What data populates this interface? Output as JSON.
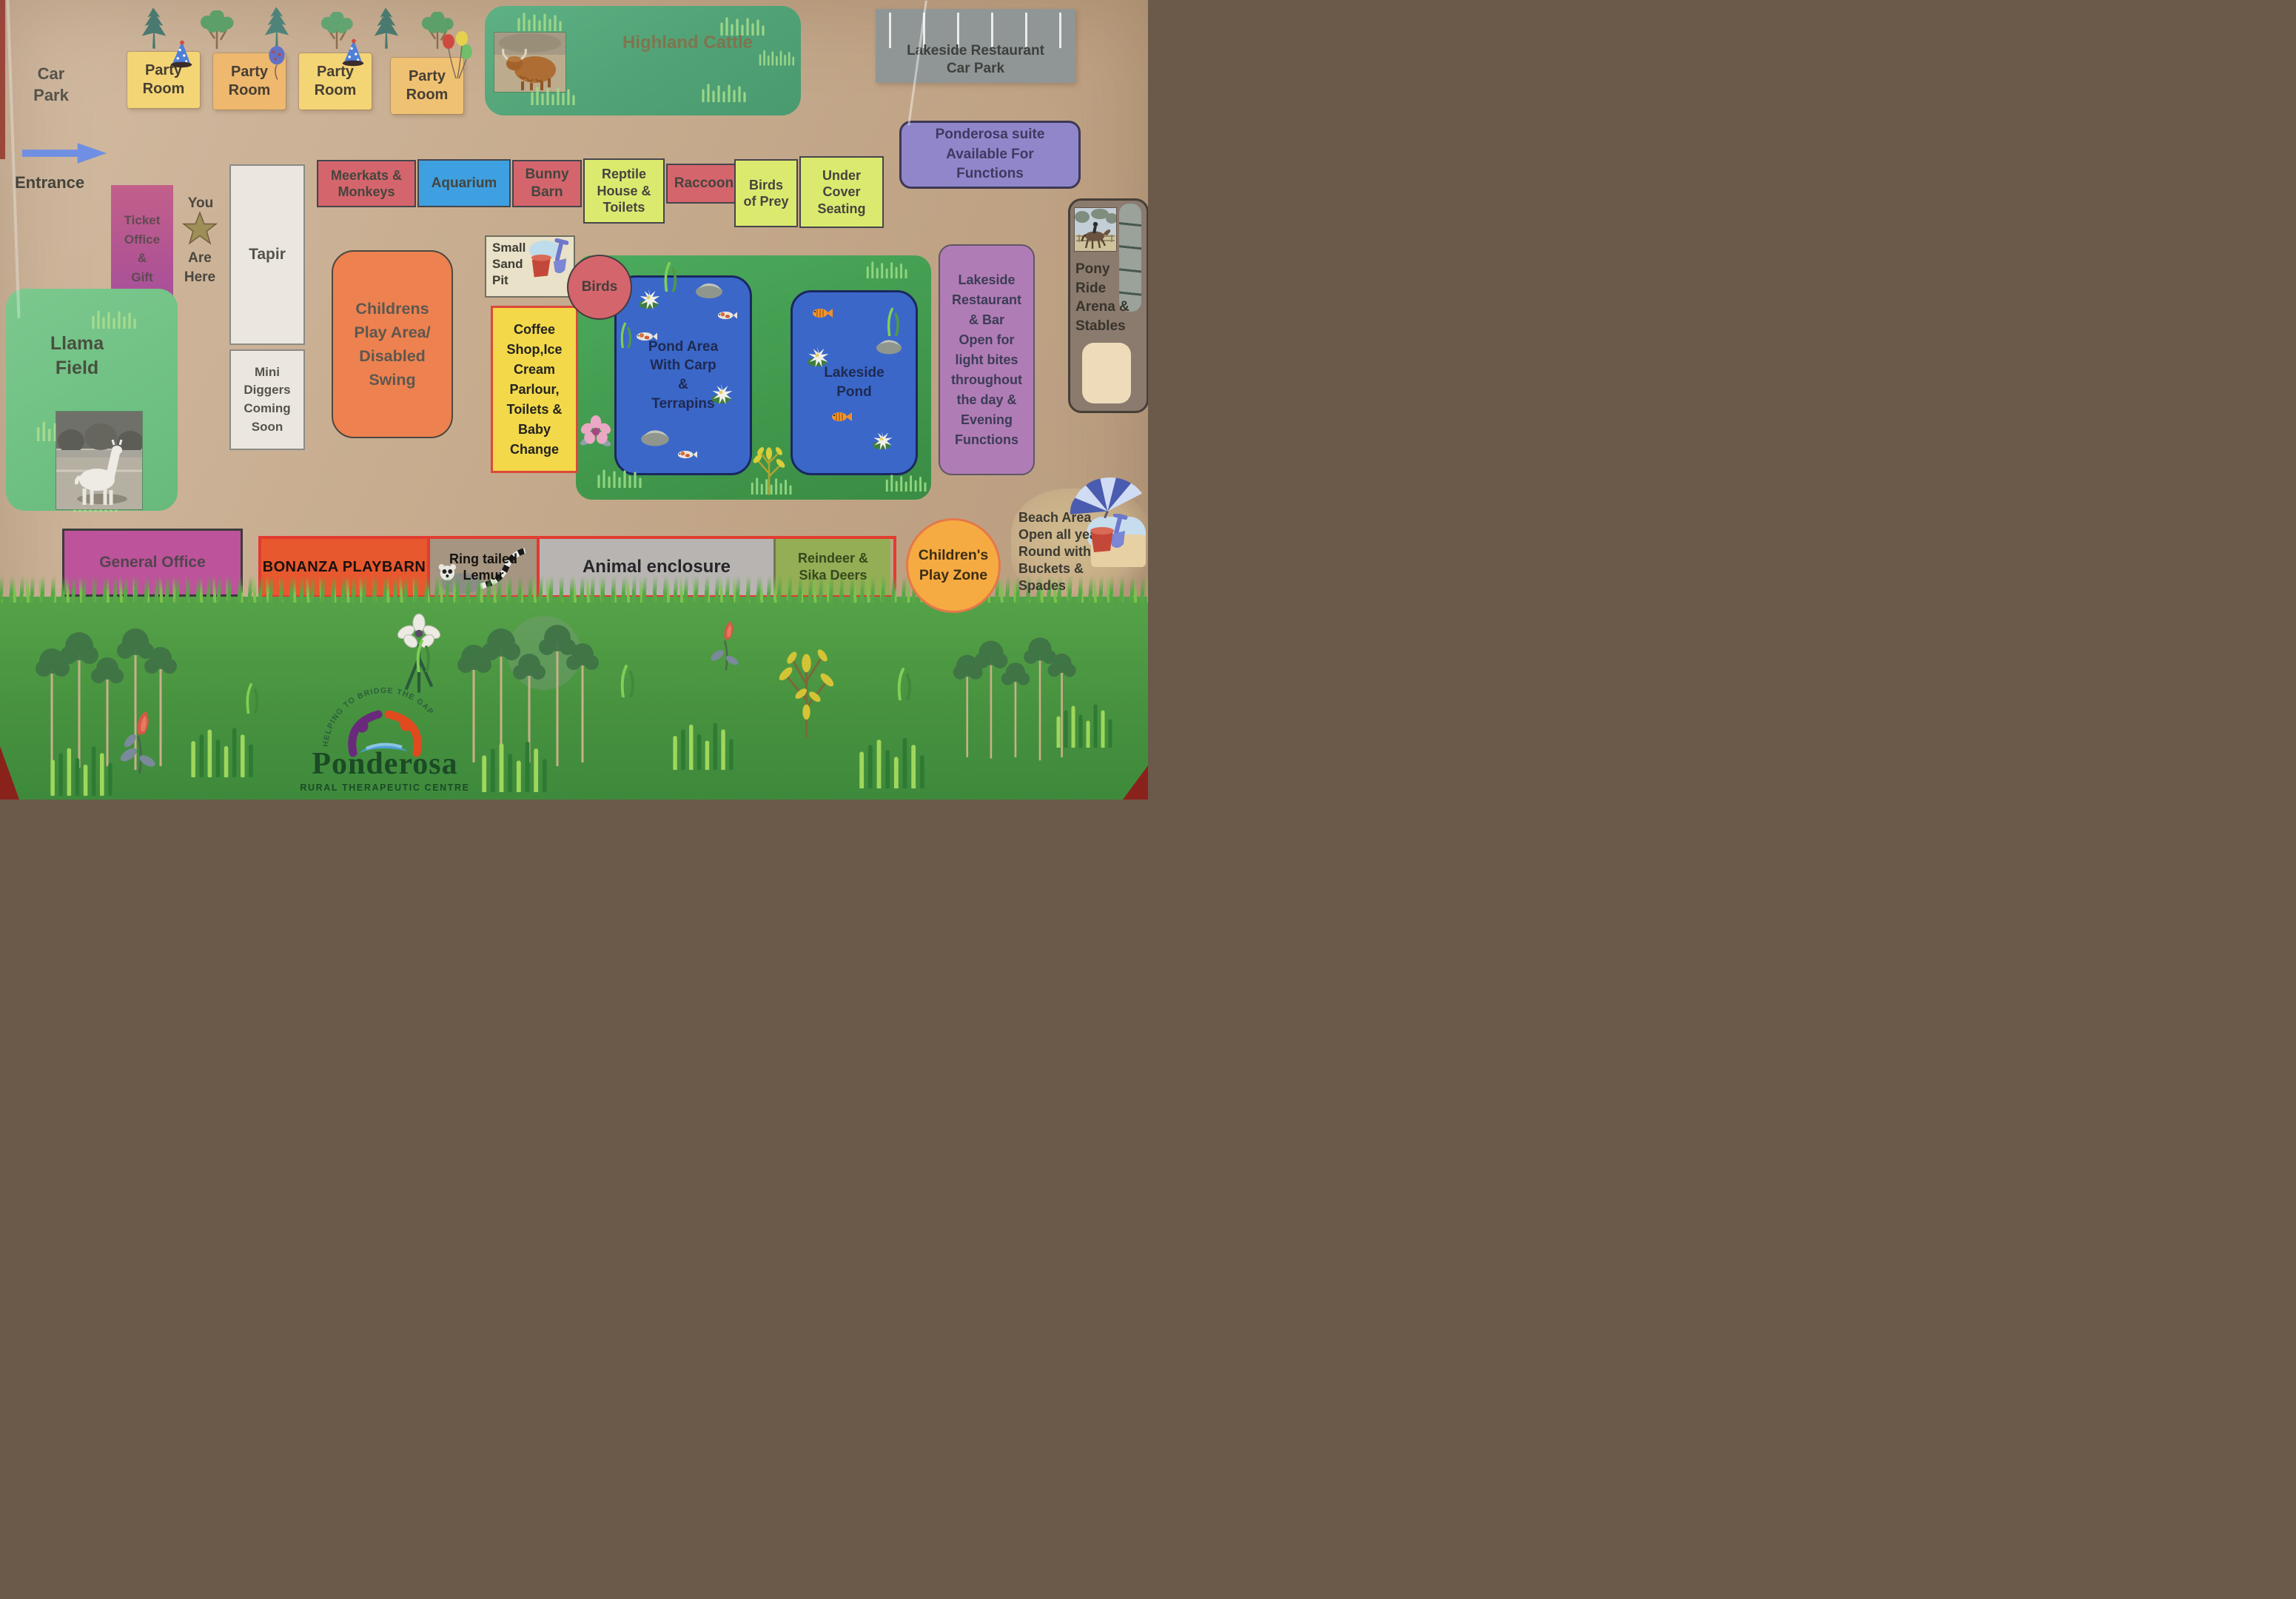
{
  "colors": {
    "background_tan": "#c7ac90",
    "box_red": "#d5656c",
    "box_yellow_green": "#dce96f",
    "aquarium_blue": "#3ea0e0",
    "party_room_yellow": "#f3d576",
    "party_room_orange": "#eeb86e",
    "cattle_green": "#58ac7d",
    "carpark_gray": "#909695",
    "suite_purple": "#9286cb",
    "ticket_magenta": "#b05394",
    "cream_box": "#ebe7e0",
    "play_area_orange": "#ee8150",
    "coffee_yellow": "#f3d84a",
    "coffee_border_red": "#da4a38",
    "pond_field_green": "#45a254",
    "pond_blue": "#3b67c9",
    "restaurant_mauve": "#b07cb6",
    "pony_brown": "#8b7a6e",
    "llama_green": "#73c487",
    "office_magenta": "#bd539b",
    "bonanza_orange": "#e8582f",
    "frame_red": "#e23b30",
    "enclosure_gray": "#b8b4b1",
    "reindeer_olive": "#93ae54",
    "play_zone_orange": "#f5ab41",
    "grass_green": "#4f9d45",
    "logo_green": "#1b4a26"
  },
  "icons": {
    "tree-conifer-icon": "jagged teal triangle tree",
    "tree-deciduous-icon": "green circle-cluster tree",
    "party-hat-icon": "blue cone with white dots",
    "balloon-icon": "blue balloon with string",
    "balloons-icon": "red/yellow/green balloon cluster",
    "entrance-arrow-icon": "blue right arrow",
    "you-are-here-star-icon": "gold five point star",
    "parking-lines-icon": "white parking bay stripes",
    "water-lily-icon": "white lily on green pad",
    "koi-fish-icon": "white and orange carp",
    "goldfish-icon": "orange striped fish",
    "rock-icon": "gray boulder",
    "grass-tuft-icon": "light green blades",
    "pink-flower-icon": "five petal pink flower",
    "yellow-plant-icon": "yellow leafy plant",
    "ladder-icon": "gray rail with rungs",
    "beach-umbrella-icon": "blue and white striped parasol",
    "bucket-spade-icon": "red bucket with blue spade"
  },
  "map": {
    "car_park": "Car\nPark",
    "entrance": "Entrance",
    "party_rooms": [
      {
        "label": "Party\nRoom"
      },
      {
        "label": "Party\nRoom"
      },
      {
        "label": "Party\nRoom"
      },
      {
        "label": "Party\nRoom"
      }
    ],
    "highland_cattle": "Highland Cattle",
    "lakeside_restaurant_car_park": "Lakeside Restaurant\nCar Park",
    "ponderosa_suite": "Ponderosa suite\nAvailable For\nFunctions",
    "ticket_office": "Ticket\nOffice\n&\nGift\nShop",
    "you_are_here": {
      "you": "You",
      "are_here": "Are\nHere"
    },
    "tapir": "Tapir",
    "mini_diggers": "Mini\nDiggers\nComing\nSoon",
    "attractions": [
      {
        "label": "Meerkats &\nMonkeys"
      },
      {
        "label": "Aquarium"
      },
      {
        "label": "Bunny\nBarn"
      },
      {
        "label": "Reptile\nHouse &\nToilets"
      },
      {
        "label": "Raccoon"
      },
      {
        "label": "Birds\nof Prey"
      },
      {
        "label": "Under\nCover\nSeating"
      }
    ],
    "childrens_play_area": "Childrens\nPlay Area/\nDisabled\nSwing",
    "small_sand_pit": "Small\nSand\nPit",
    "birds": "Birds",
    "coffee_shop": "Coffee\nShop,Ice\nCream\nParlour,\nToilets &\nBaby\nChange",
    "ponds": {
      "carp_pond": "Pond Area\nWith Carp\n&\nTerrapins",
      "lakeside_pond": "Lakeside\nPond"
    },
    "lakeside_restaurant_bar": "Lakeside\nRestaurant\n& Bar\nOpen for\nlight bites\nthroughout\nthe day &\nEvening\nFunctions",
    "pony_ride": "Pony\nRide\nArena &\nStables",
    "llama_field": "Llama\nField",
    "general_office": "General Office",
    "bottom_row": [
      {
        "label": "BONANZA PLAYBARN"
      },
      {
        "label": "Ring tailed\nLemur"
      },
      {
        "label": "Animal enclosure"
      },
      {
        "label": "Reindeer &\nSika Deers"
      }
    ],
    "childrens_play_zone": "Children's\nPlay Zone",
    "beach_area": "Beach Area\nOpen all year\nRound with\nBuckets &\nSpades",
    "logo": {
      "arc_text": "HELPING TO BRIDGE THE GAP",
      "name": "Ponderosa",
      "subtitle": "RURAL THERAPEUTIC CENTRE"
    }
  }
}
